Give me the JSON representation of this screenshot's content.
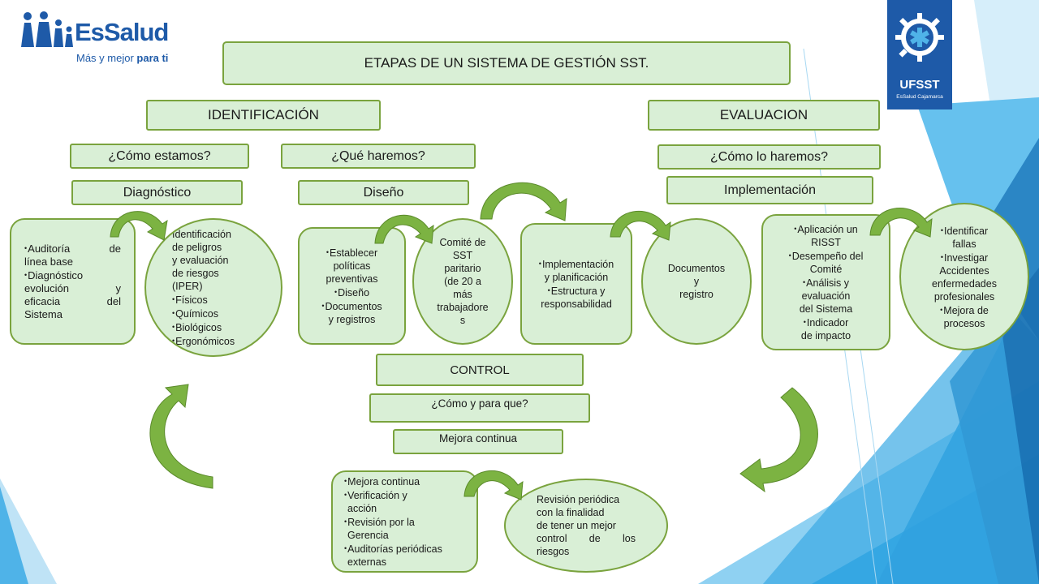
{
  "header": {
    "logo_brand": "EsSalud",
    "logo_tagline_prefix": "Más y mejor ",
    "logo_tagline_bold": "para ti",
    "badge_title": "UFSST",
    "badge_subtitle": "EsSalud Cajamarca"
  },
  "title": "ETAPAS DE UN SISTEMA DE GESTIÓN SST.",
  "identificacion": {
    "heading": "IDENTIFICACIÓN",
    "diagnostico": {
      "question": "¿Cómo estamos?",
      "label": "Diagnóstico",
      "items": [
        "Auditoría de",
        "línea base",
        "Diagnóstico",
        "evolución y",
        "eficacia del",
        "Sistema"
      ],
      "iper": [
        "Identificación",
        "de peligros",
        "y evaluación",
        "de riesgos",
        "(IPER)",
        "Físicos",
        "Químicos",
        "Biológicos",
        "Ergonómicos"
      ]
    },
    "diseno": {
      "question": "¿Qué haremos?",
      "label": "Diseño",
      "items": [
        "Establecer",
        "políticas",
        "preventivas",
        "Diseño",
        "Documentos",
        "y registros"
      ],
      "comite": [
        "Comité de",
        "SST",
        "paritario",
        "(de 20 a",
        "más",
        "trabajadore",
        "s"
      ]
    }
  },
  "evaluacion": {
    "heading": "EVALUACION",
    "question": "¿Cómo lo haremos?",
    "label": "Implementación",
    "implementacion_items": [
      "Implementación",
      "y planificación",
      "Estructura y",
      "responsabilidad"
    ],
    "documentos": [
      "Documentos",
      "y",
      "registro"
    ],
    "aplicacion_items": [
      "Aplicación un",
      "RISST",
      "Desempeño del",
      "Comité",
      "Análisis y",
      "evaluación",
      "del Sistema",
      "Indicador",
      "de impacto"
    ],
    "identificar_items": [
      "Identificar",
      "fallas",
      "Investigar",
      "Accidentes",
      "enfermedades",
      "profesionales",
      "Mejora de",
      "procesos"
    ]
  },
  "control": {
    "heading": "CONTROL",
    "question": "¿Cómo y para que?",
    "label": "Mejora continua",
    "items": [
      "Mejora continua",
      "Verificación y",
      "acción",
      "Revisión por la",
      "Gerencia",
      "Auditorías periódicas",
      "externas"
    ],
    "revision": [
      "Revisión periódica",
      "con la finalidad",
      "de tener un mejor",
      "control de los",
      "riesgos"
    ]
  },
  "colors": {
    "box_fill": "#d9efd6",
    "box_border": "#7aa33e",
    "arrow_green": "#7cb342",
    "brand_blue": "#1e5aa8",
    "deco_blue": "#1b8fd6"
  }
}
